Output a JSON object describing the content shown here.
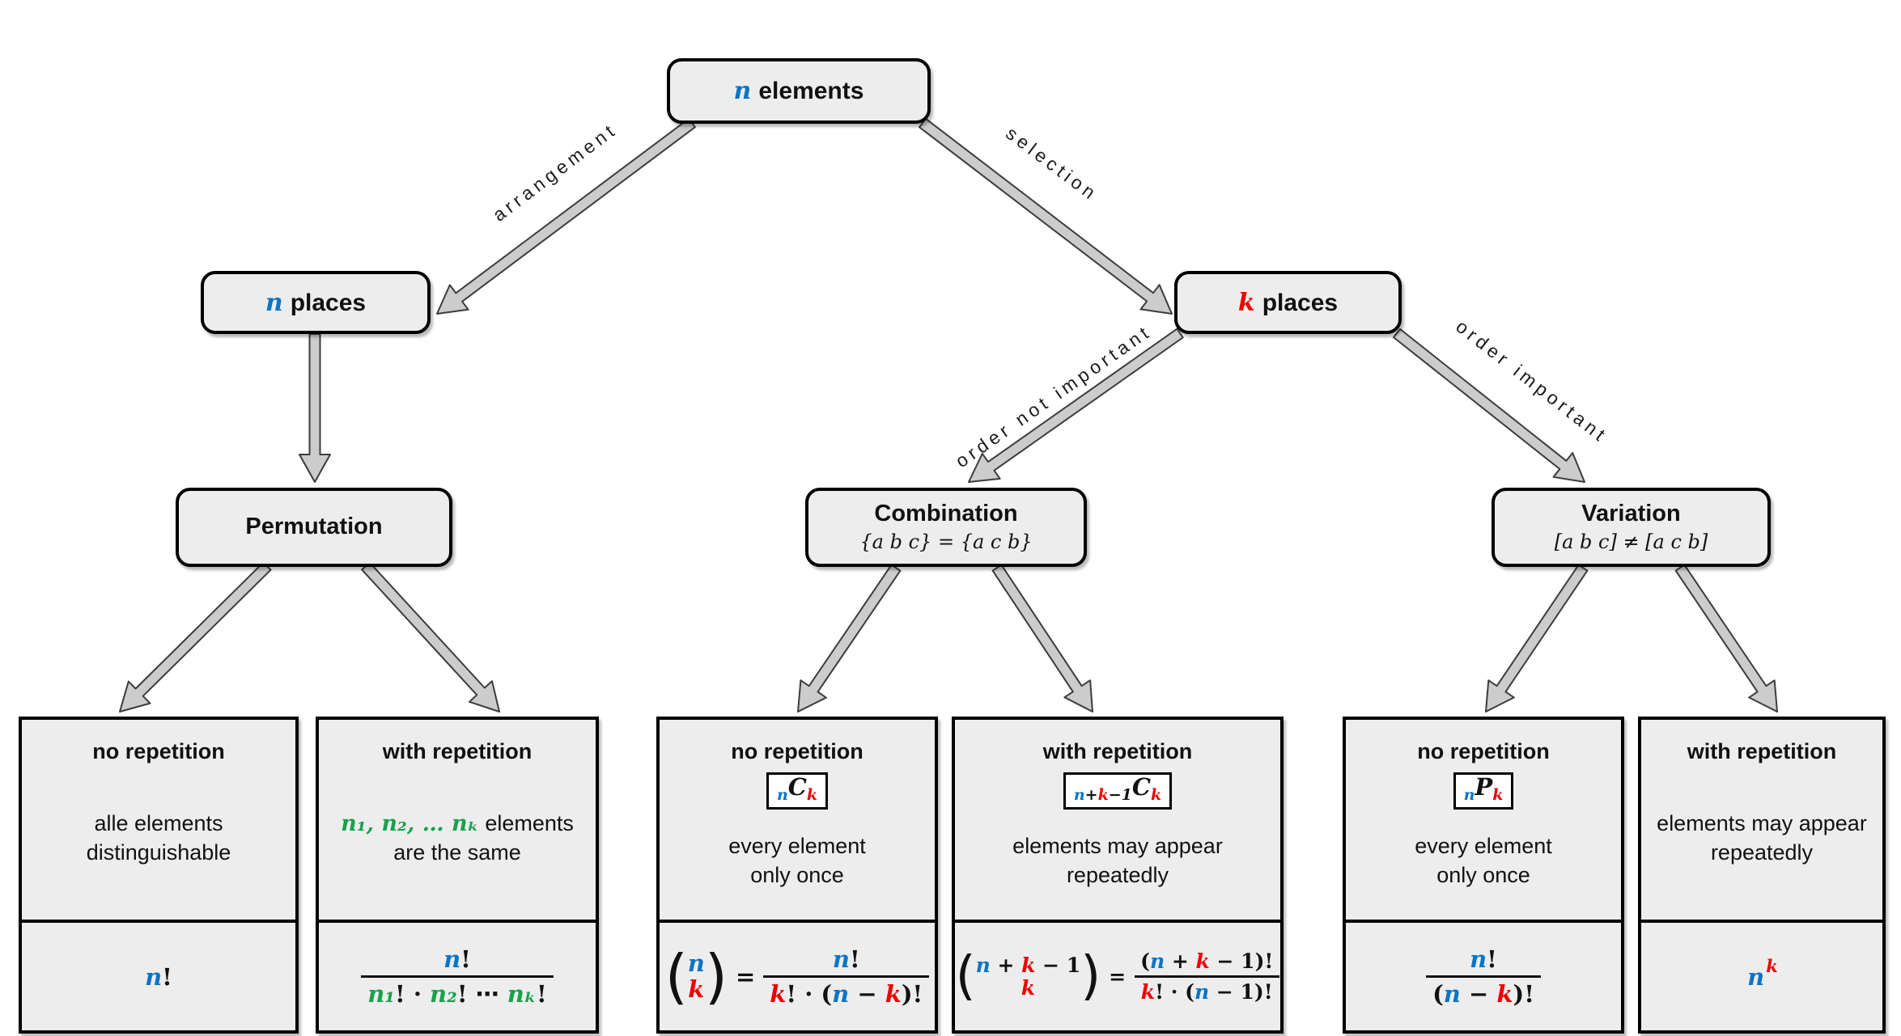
{
  "colors": {
    "blue": "#0b74c4",
    "red": "#ee0000",
    "green": "#18a24d",
    "node_fill": "#ededed",
    "arrow_fill": "#cccccc",
    "arrow_outline": "#3c3c3c"
  },
  "nodes": {
    "root": {
      "var": "n",
      "rest": "elements"
    },
    "n_places": {
      "var": "n",
      "rest": "places"
    },
    "k_places": {
      "var": "k",
      "rest": "places"
    },
    "permutation": {
      "title": "Permutation"
    },
    "combination": {
      "title": "Combination",
      "subtitle": "{a b c} = {a c b}"
    },
    "variation": {
      "title": "Variation",
      "subtitle": "[a b c] ≠ [a c b]"
    }
  },
  "edges": {
    "arrangement": "arrangement",
    "selection": "selection",
    "order_not": "order not important",
    "order_imp": "order important"
  },
  "leaves": [
    {
      "title": "no repetition",
      "desc1": "alle elements",
      "desc2": "distinguishable",
      "f": {
        "p1": "n",
        "p2": "!"
      }
    },
    {
      "title": "with repetition",
      "descMath": "n₁, n₂, … nₖ",
      "descRest": " elements",
      "desc2": "are the same",
      "f": {
        "num1": "n",
        "num2": "!",
        "d1": "n₁",
        "d2": "! · ",
        "d3": "n₂",
        "d4": "! ⋯ ",
        "d5": "nₖ",
        "d6": "!"
      }
    },
    {
      "title": "no repetition",
      "badge": {
        "s1": "n",
        "main": "C",
        "s2": "k"
      },
      "desc1": "every element",
      "desc2": "only once",
      "f": {
        "top": "n",
        "bot": "k",
        "eq": "=",
        "num1": "n",
        "num2": "!",
        "d1": "k",
        "d2": "! · (",
        "d3": "n",
        "d4": " − ",
        "d5": "k",
        "d6": ")!"
      }
    },
    {
      "title": "with repetition",
      "badge": {
        "a1": "n",
        "a2": "+",
        "a3": "k",
        "a4": "−1",
        "main": "C",
        "s2": "k"
      },
      "desc1": "elements may appear",
      "desc2": "repeatedly",
      "f": {
        "t1": "n",
        "t2": " + ",
        "t3": "k",
        "t4": " − 1",
        "bot": "k",
        "eq": "=",
        "n1": "(",
        "n2": "n",
        "n3": " + ",
        "n4": "k",
        "n5": " − 1)!",
        "d1": "k",
        "d2": "! · (",
        "d3": "n",
        "d4": " − 1)!"
      }
    },
    {
      "title": "no repetition",
      "badge": {
        "s1": "n",
        "main": "P",
        "s2": "k"
      },
      "desc1": "every element",
      "desc2": "only once",
      "f": {
        "num1": "n",
        "num2": "!",
        "d1": "(",
        "d2": "n",
        "d3": " − ",
        "d4": "k",
        "d5": ")!"
      }
    },
    {
      "title": "with repetition",
      "desc1": "elements may appear",
      "desc2": "repeatedly",
      "f": {
        "base": "n",
        "sup": "k"
      }
    }
  ]
}
